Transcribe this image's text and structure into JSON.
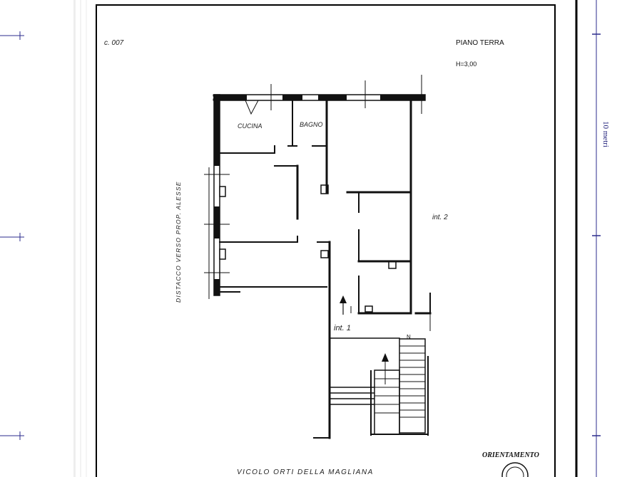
{
  "sheet": {
    "sheet_ref": "c. 007",
    "floor_label": "PIANO TERRA",
    "height_label": "H=3,00"
  },
  "rooms": {
    "kitchen": "CUCINA",
    "bathroom": "BAGNO"
  },
  "units": {
    "int1": "int. 1",
    "int2": "int. 2"
  },
  "side_note": "DISTACCO VERSO PROP. ALESSE",
  "street": "VICOLO ORTI DELLA MAGLIANA",
  "orientation": "ORIENTAMENTO",
  "stair_marker": "N",
  "scale_ruler": {
    "label": "10 metri",
    "color": "#2b2b8c"
  },
  "colors": {
    "wall": "#111111",
    "frame": "#000000",
    "ruler": "#2b2b8c"
  }
}
